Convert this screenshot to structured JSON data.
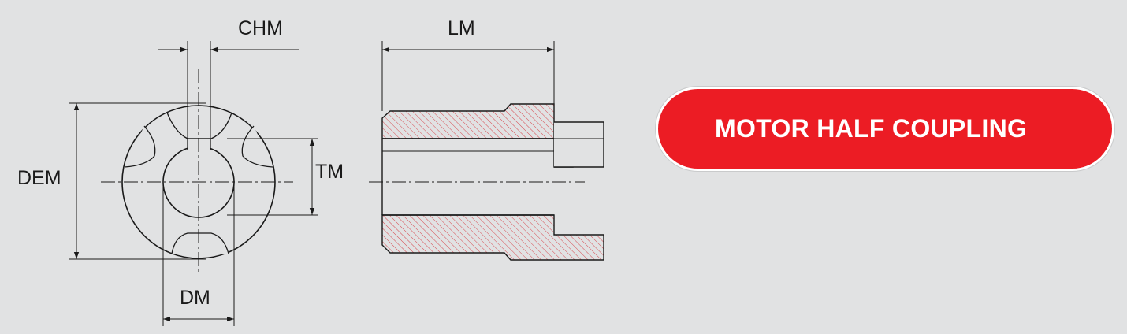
{
  "colors": {
    "background": "#e1e2e3",
    "line": "#1a1a1a",
    "hatch": "#d84a52",
    "badge_fill": "#ec1c24",
    "badge_text": "#ffffff"
  },
  "dimensions": {
    "chm": "CHM",
    "lm": "LM",
    "dem": "DEM",
    "tm": "TM",
    "dm": "DM"
  },
  "badge": {
    "label": "MOTOR HALF COUPLING"
  }
}
